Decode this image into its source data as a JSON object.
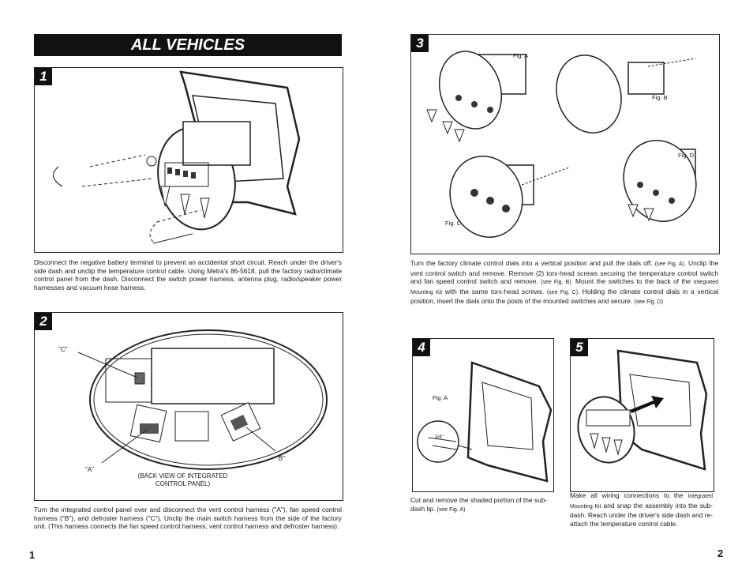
{
  "title": "ALL VEHICLES",
  "page_numbers": [
    "1",
    "2"
  ],
  "steps": [
    {
      "number": "1",
      "text": "Disconnect the negative battery terminal to prevent an accidental short circuit.  Reach under the driver's side dash and unclip the temperature control cable.  Using Metra's 86-5618,  pull the factory radio/climate control panel from the dash.  Disconnect the switch power harness, antenna plug, radio/speaker power harnesses and vacuum hose harness."
    },
    {
      "number": "2",
      "text": "Turn the integrated control panel over and disconnect the vent control harness (\"A\"),  fan speed control harness (\"B\"),  and defroster harness (\"C\").  Unclip the main switch harness from the side of the factory unit.  (This harness connects the fan speed control harness, vent control harness and defroster harness).",
      "labels": {
        "a": "\"A\"",
        "b": "\"B\"",
        "c": "\"C\""
      },
      "caption_line1": "(BACK VIEW OF INTEGRATED",
      "caption_line2": "CONTROL PANEL)"
    },
    {
      "number": "3",
      "text_main": "Turn the factory climate control dials into a vertical position and pull the dials off.",
      "ref_a": "(see Fig. A).",
      "text_2": "Unclip the vent control switch and remove.  Remove (2) torx-head screws securing the temperature control switch and fan speed control switch and remove.",
      "ref_b": "(see Fig. B).",
      "text_3": "Mount the switches to the back of the",
      "kit": "Integrated Mounting Kit",
      "text_4": "with the same torx-head screws.",
      "ref_c": "(see Fig. C).",
      "text_5": "Holding the climate control dials in a vertical position, insert the dials onto the posts of the mounted switches and secure.",
      "ref_d": "(see Fig. D)",
      "figs": [
        "Fig. A",
        "Fig. B",
        "Fig. C",
        "Fig. D"
      ]
    },
    {
      "number": "4",
      "text": "Cut and remove the shaded portion of the sub-dash lip.",
      "ref": "(see Fig. A)",
      "fig": "Fig. A",
      "measure": "3/4\""
    },
    {
      "number": "5",
      "text_1": "Make all wiring connections to the",
      "kit": "Integrated Mounting Kit",
      "text_2": "and snap the assembly into the sub-dash.  Reach under the driver's side dash and re-attach the temperature control cable."
    }
  ]
}
